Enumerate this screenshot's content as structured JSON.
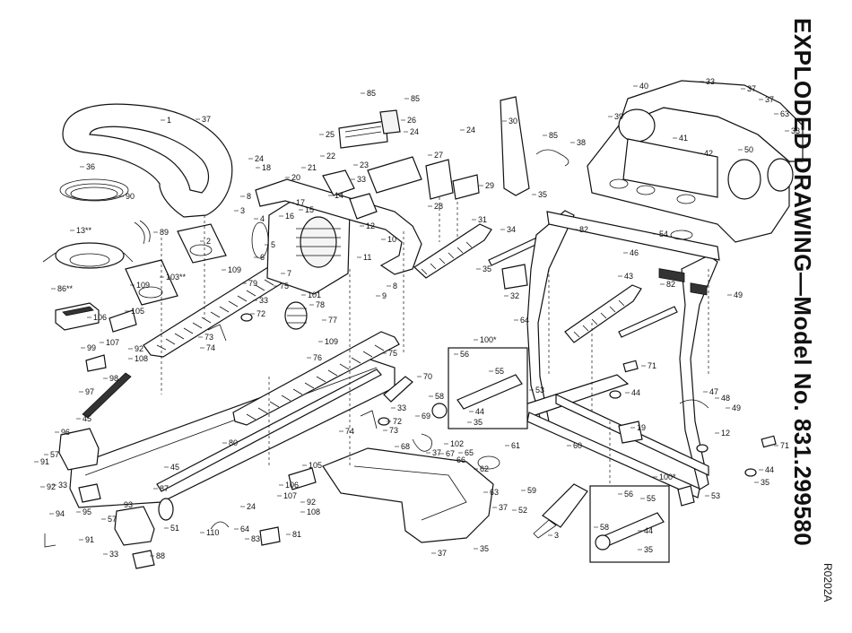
{
  "title": "EXPLODED DRAWING—Model No. 831.299580",
  "drawing_code": "R0202A",
  "callouts": [
    {
      "label": "1"
    },
    {
      "label": "37"
    },
    {
      "label": "36"
    },
    {
      "label": "90"
    },
    {
      "label": "89"
    },
    {
      "label": "13**"
    },
    {
      "label": "86**"
    },
    {
      "label": "2"
    },
    {
      "label": "103**"
    },
    {
      "label": "109"
    },
    {
      "label": "105"
    },
    {
      "label": "106"
    },
    {
      "label": "107"
    },
    {
      "label": "92"
    },
    {
      "label": "108"
    },
    {
      "label": "99"
    },
    {
      "label": "98"
    },
    {
      "label": "97"
    },
    {
      "label": "45"
    },
    {
      "label": "96"
    },
    {
      "label": "91"
    },
    {
      "label": "57"
    },
    {
      "label": "92"
    },
    {
      "label": "33"
    },
    {
      "label": "95"
    },
    {
      "label": "94"
    },
    {
      "label": "93"
    },
    {
      "label": "57"
    },
    {
      "label": "91"
    },
    {
      "label": "33"
    },
    {
      "label": "88"
    },
    {
      "label": "87"
    },
    {
      "label": "51"
    },
    {
      "label": "80"
    },
    {
      "label": "45"
    },
    {
      "label": "18"
    },
    {
      "label": "24"
    },
    {
      "label": "20"
    },
    {
      "label": "8"
    },
    {
      "label": "3"
    },
    {
      "label": "4"
    },
    {
      "label": "109"
    },
    {
      "label": "22"
    },
    {
      "label": "21"
    },
    {
      "label": "17"
    },
    {
      "label": "16"
    },
    {
      "label": "15"
    },
    {
      "label": "14"
    },
    {
      "label": "5"
    },
    {
      "label": "6"
    },
    {
      "label": "7"
    },
    {
      "label": "12"
    },
    {
      "label": "10"
    },
    {
      "label": "11"
    },
    {
      "label": "8"
    },
    {
      "label": "9"
    },
    {
      "label": "79"
    },
    {
      "label": "75"
    },
    {
      "label": "101"
    },
    {
      "label": "33"
    },
    {
      "label": "72"
    },
    {
      "label": "73"
    },
    {
      "label": "74"
    },
    {
      "label": "78"
    },
    {
      "label": "77"
    },
    {
      "label": "76"
    },
    {
      "label": "109"
    },
    {
      "label": "75"
    },
    {
      "label": "70"
    },
    {
      "label": "33"
    },
    {
      "label": "72"
    },
    {
      "label": "74"
    },
    {
      "label": "73"
    },
    {
      "label": "69"
    },
    {
      "label": "85"
    },
    {
      "label": "85"
    },
    {
      "label": "25"
    },
    {
      "label": "26"
    },
    {
      "label": "24"
    },
    {
      "label": "23"
    },
    {
      "label": "33"
    },
    {
      "label": "27"
    },
    {
      "label": "24"
    },
    {
      "label": "28"
    },
    {
      "label": "29"
    },
    {
      "label": "30"
    },
    {
      "label": "85"
    },
    {
      "label": "31"
    },
    {
      "label": "34"
    },
    {
      "label": "35"
    },
    {
      "label": "32"
    },
    {
      "label": "100*"
    },
    {
      "label": "56"
    },
    {
      "label": "55"
    },
    {
      "label": "58"
    },
    {
      "label": "44"
    },
    {
      "label": "35"
    },
    {
      "label": "68"
    },
    {
      "label": "37"
    },
    {
      "label": "102"
    },
    {
      "label": "67"
    },
    {
      "label": "66"
    },
    {
      "label": "65"
    },
    {
      "label": "61"
    },
    {
      "label": "62"
    },
    {
      "label": "63"
    },
    {
      "label": "37"
    },
    {
      "label": "35"
    },
    {
      "label": "37"
    },
    {
      "label": "105"
    },
    {
      "label": "106"
    },
    {
      "label": "107"
    },
    {
      "label": "92"
    },
    {
      "label": "108"
    },
    {
      "label": "24"
    },
    {
      "label": "64"
    },
    {
      "label": "110"
    },
    {
      "label": "83"
    },
    {
      "label": "81"
    },
    {
      "label": "40"
    },
    {
      "label": "33"
    },
    {
      "label": "37"
    },
    {
      "label": "39"
    },
    {
      "label": "38"
    },
    {
      "label": "41"
    },
    {
      "label": "42"
    },
    {
      "label": "50"
    },
    {
      "label": "37"
    },
    {
      "label": "63"
    },
    {
      "label": "33"
    },
    {
      "label": "35"
    },
    {
      "label": "82"
    },
    {
      "label": "46"
    },
    {
      "label": "54"
    },
    {
      "label": "82"
    },
    {
      "label": "49"
    },
    {
      "label": "43"
    },
    {
      "label": "64"
    },
    {
      "label": "71"
    },
    {
      "label": "53"
    },
    {
      "label": "44"
    },
    {
      "label": "47"
    },
    {
      "label": "48"
    },
    {
      "label": "49"
    },
    {
      "label": "19"
    },
    {
      "label": "12"
    },
    {
      "label": "71"
    },
    {
      "label": "60"
    },
    {
      "label": "59"
    },
    {
      "label": "52"
    },
    {
      "label": "3"
    },
    {
      "label": "53"
    },
    {
      "label": "44"
    },
    {
      "label": "35"
    },
    {
      "label": "100*"
    },
    {
      "label": "56"
    },
    {
      "label": "55"
    },
    {
      "label": "58"
    },
    {
      "label": "44"
    },
    {
      "label": "35"
    }
  ]
}
